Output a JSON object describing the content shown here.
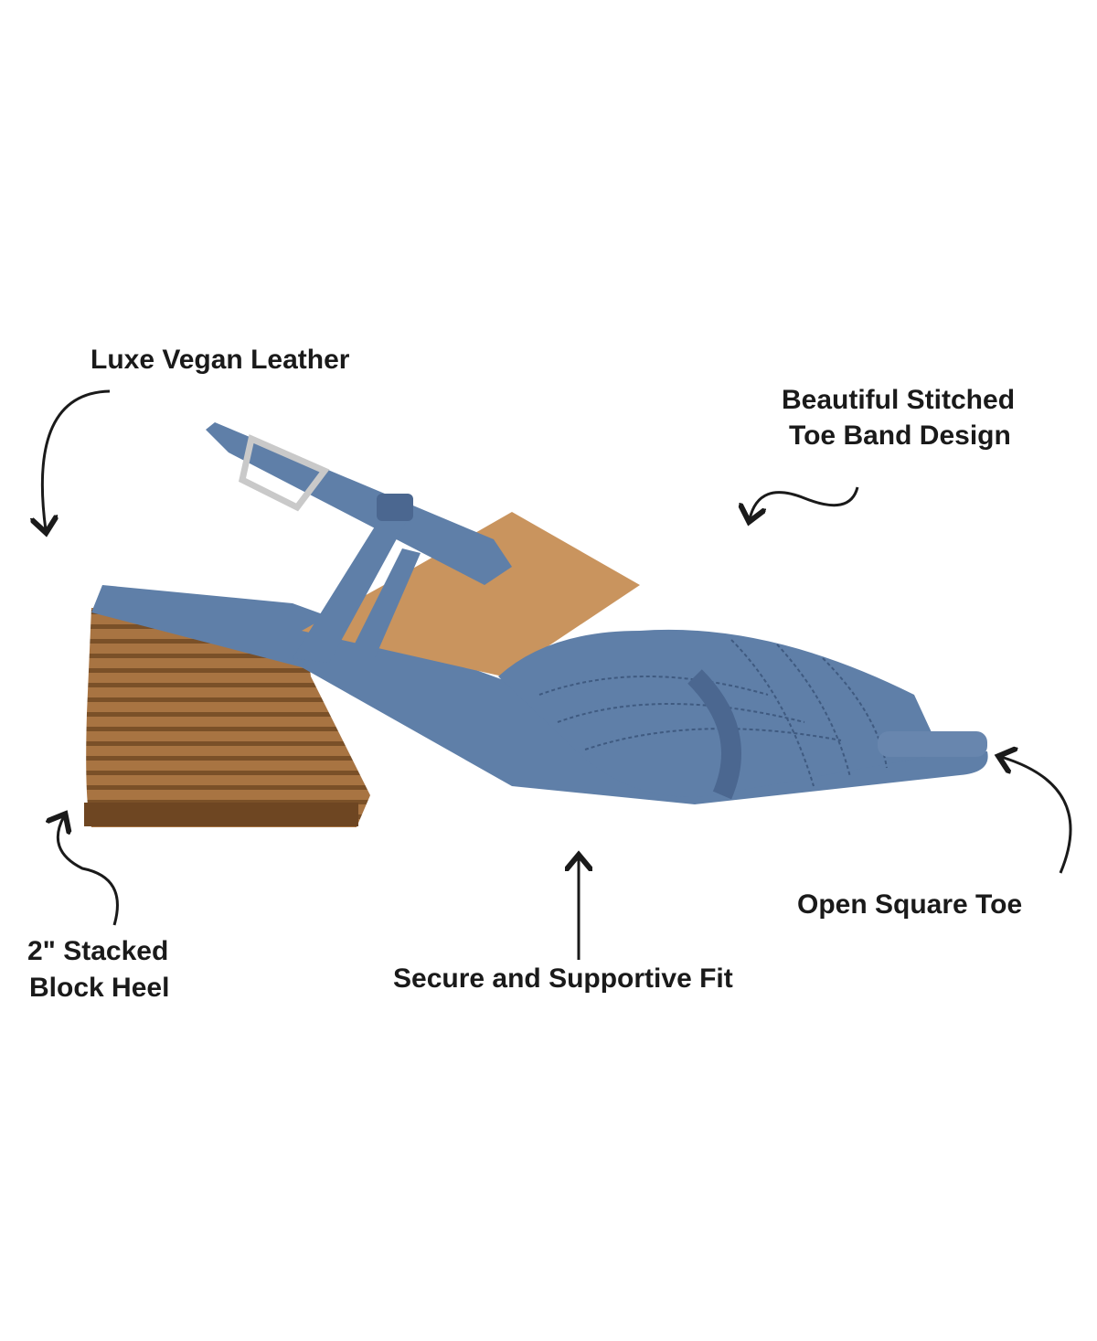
{
  "callouts": {
    "leather": "Luxe Vegan Leather",
    "toe_band_line1": "Beautiful Stitched",
    "toe_band_line2": "Toe Band Design",
    "open_toe": "Open Square Toe",
    "heel_line1": "2\" Stacked",
    "heel_line2": "Block Heel",
    "fit": "Secure and Supportive Fit"
  },
  "colors": {
    "leather": "#5f7fa8",
    "leather_dark": "#4b6790",
    "heel": "#9a6a3c",
    "lining": "#c9945e",
    "text": "#1a1a1a"
  }
}
